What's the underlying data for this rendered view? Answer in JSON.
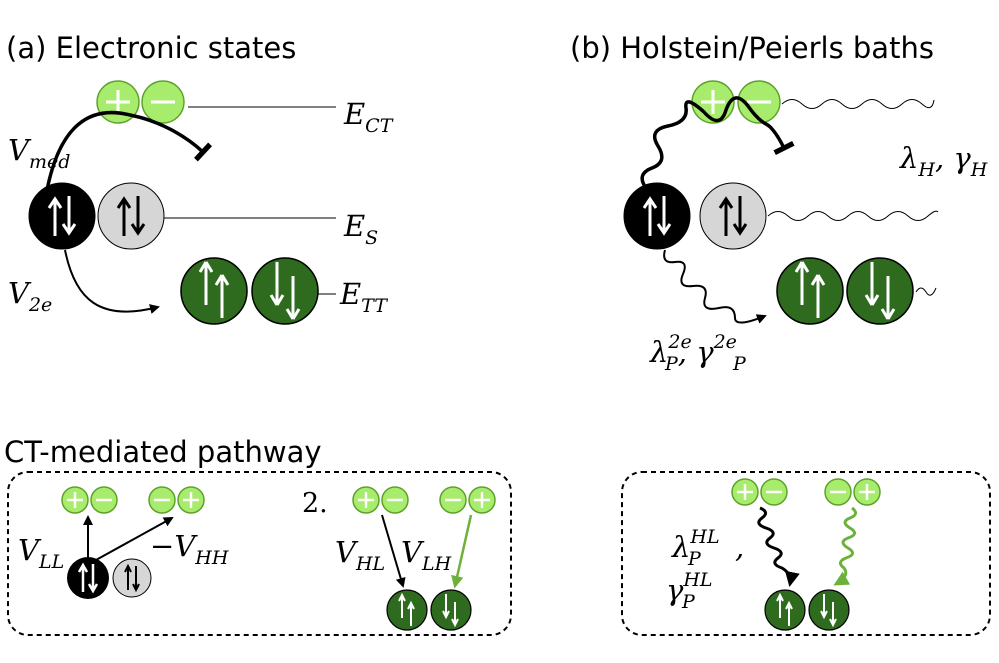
{
  "panel_a": {
    "title": "(a) Electronic states",
    "energy_ct": {
      "main": "E",
      "sub": "CT"
    },
    "energy_s": {
      "main": "E",
      "sub": "S"
    },
    "energy_tt": {
      "main": "E",
      "sub": "TT"
    },
    "coupling_med": {
      "main": "V",
      "sub": "med"
    },
    "coupling_2e": {
      "main": "V",
      "sub": "2e"
    }
  },
  "panel_b": {
    "title": "(b) Holstein/Peierls baths",
    "holstein": {
      "l": "λ",
      "l_sub": "H",
      "sep": ", ",
      "g": "γ",
      "g_sub": "H"
    },
    "peierls": {
      "l": "λ",
      "l_sub": "P",
      "l_sup": "2e",
      "sep": ", ",
      "g": "γ",
      "g_sub": "P",
      "g_sup": "2e"
    }
  },
  "panel_c": {
    "title": "CT-mediated pathway",
    "step2": "2.",
    "v_ll": {
      "main": "V",
      "sub": "LL"
    },
    "v_hh": {
      "prefix": "−",
      "main": "V",
      "sub": "HH"
    },
    "v_hl": {
      "main": "V",
      "sub": "HL"
    },
    "v_lh": {
      "main": "V",
      "sub": "LH"
    }
  },
  "panel_d": {
    "lambda_hl": {
      "main": "λ",
      "sub": "P",
      "sup": "HL",
      "suffix": ","
    },
    "gamma_hl": {
      "main": "γ",
      "sub": "P",
      "sup": "HL"
    }
  },
  "colors": {
    "ct_fill": "#a8ec6e",
    "ct_stroke": "#5fa22a",
    "triplet_fill": "#2e6b1e",
    "singlet_fill": "#000000",
    "ground_fill": "#d6d6d6",
    "green_arrow": "#6cb23a"
  }
}
